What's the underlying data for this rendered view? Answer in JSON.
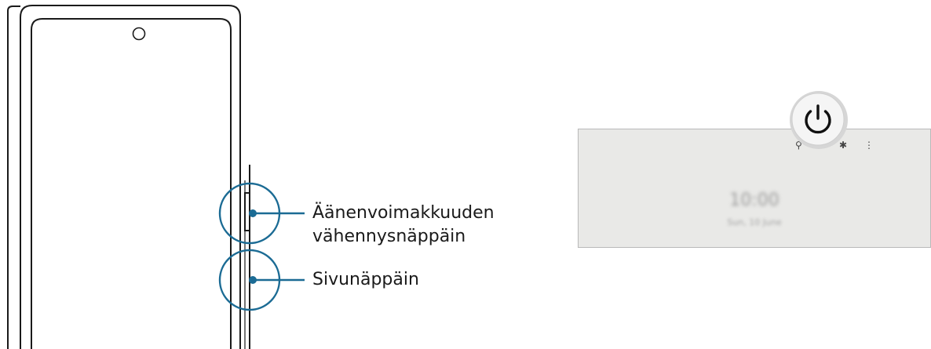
{
  "labels": {
    "volume_down_line1": "Äänenvoimakkuuden",
    "volume_down_line2": "vähennysnäppäin",
    "side_key": "Sivunäppäin"
  },
  "quick_panel": {
    "time": "10:00",
    "date": "Sun, 10 June"
  },
  "colors": {
    "callout": "#1b6b94",
    "outline": "#1a1a1a",
    "panel": "#e9e9e7"
  }
}
